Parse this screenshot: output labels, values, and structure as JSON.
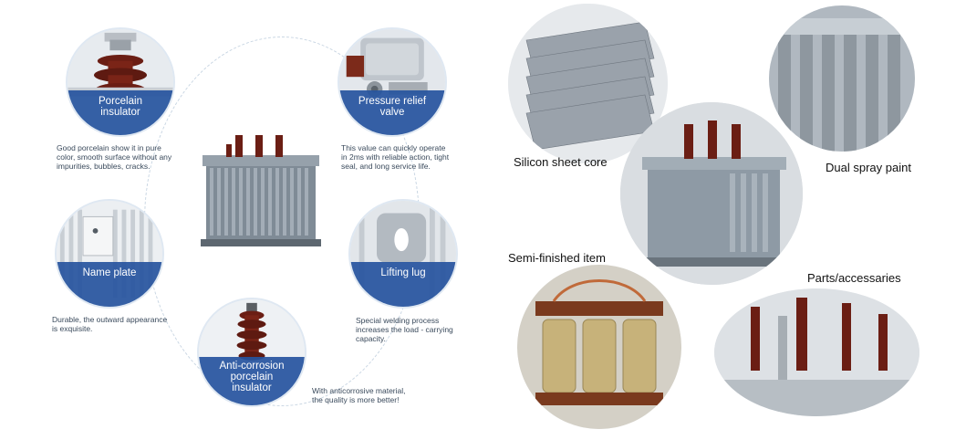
{
  "features": {
    "porcelain": {
      "label": "Porcelain\ninsulator",
      "description": "Good porcelain show it in pure\ncolor, smooth surface without any\nimpurities, bubbles, cracks."
    },
    "pressure": {
      "label": "Pressure relief\nvalve",
      "description": "This value can quickly operate\nin 2ms with reliable action, tight\nseal, and long service life."
    },
    "nameplate": {
      "label": "Name plate",
      "description": "Durable, the outward appearance\nis exquisite."
    },
    "lifting": {
      "label": "Lifting lug",
      "description": "Special welding process\nincreases the load - carrying\ncapacity."
    },
    "anticorrosion": {
      "label": "Anti-corrosion\nporcelain\ninsulator",
      "description": "With anticorrosive material,\nthe quality is more better!"
    }
  },
  "photos": {
    "silicon": "Silicon sheet core",
    "spray": "Dual spray paint",
    "semifinished": "Semi-finished item",
    "parts": "Parts/accessaries"
  },
  "colors": {
    "band": "#26549e",
    "transformer_body": "#8e9aa5",
    "porcelain": "#6b1e14"
  }
}
